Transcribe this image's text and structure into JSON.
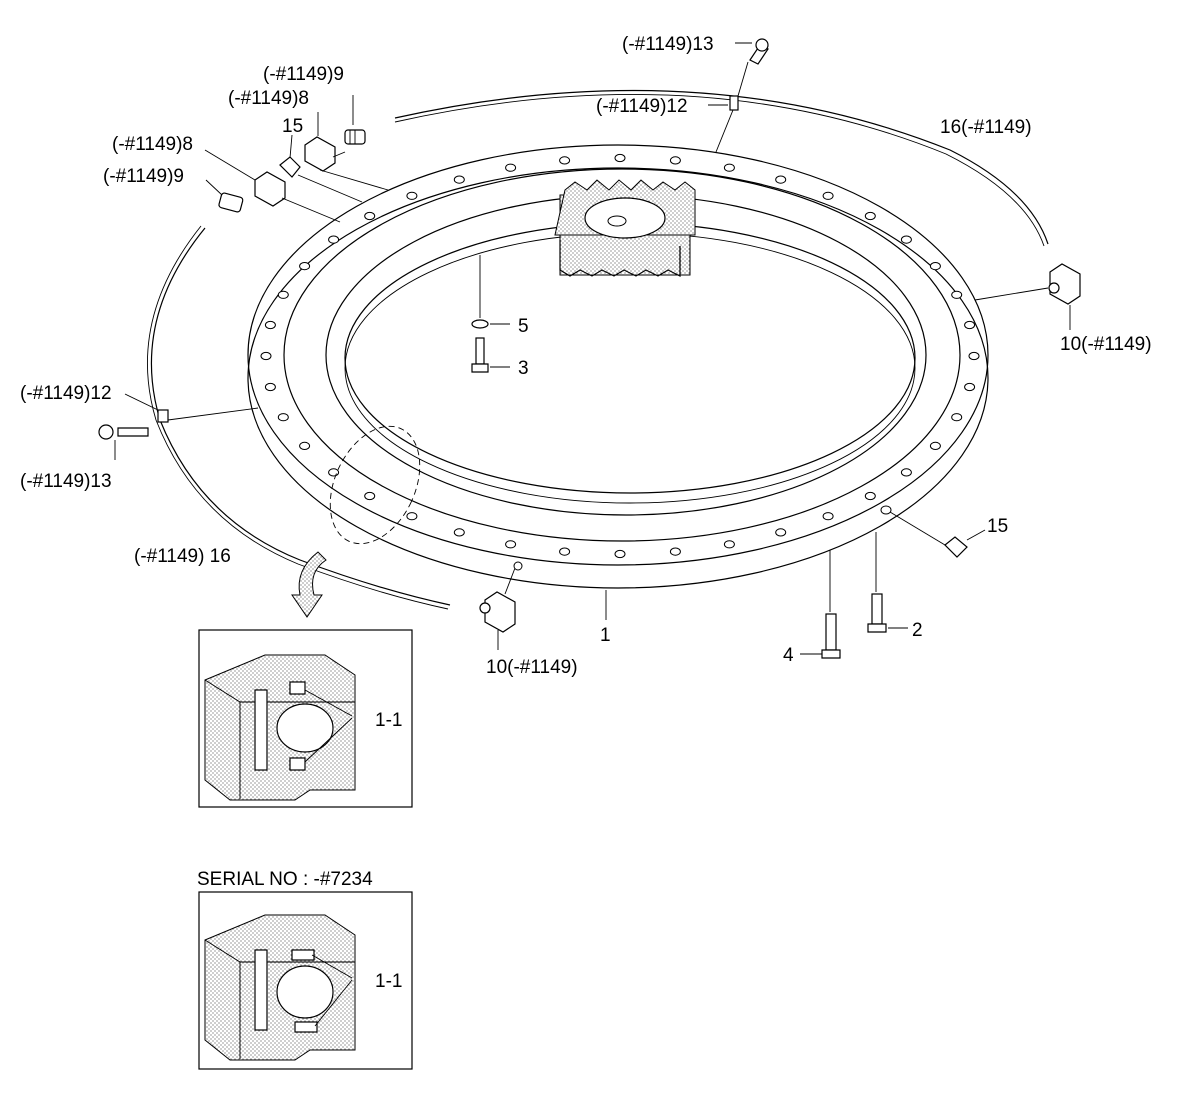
{
  "labels": {
    "l13_top": "(-#1149)13",
    "l12_top": "(-#1149)12",
    "l9_top": "(-#1149)9",
    "l8_top": "(-#1149)8",
    "l15_top": "15",
    "l8_left": "(-#1149)8",
    "l9_left": "(-#1149)9",
    "l16_right": "16(-#1149)",
    "l10_right": "10(-#1149)",
    "l5": "5",
    "l3": "3",
    "l12_left": "(-#1149)12",
    "l13_left": "(-#1149)13",
    "l16_left": "(-#1149) 16",
    "l10_bottom": "10(-#1149)",
    "l1": "1",
    "l15_right": "15",
    "l2": "2",
    "l4": "4",
    "l1_1_a": "1-1",
    "serial": "SERIAL NO : -#7234",
    "l1_1_b": "1-1"
  }
}
